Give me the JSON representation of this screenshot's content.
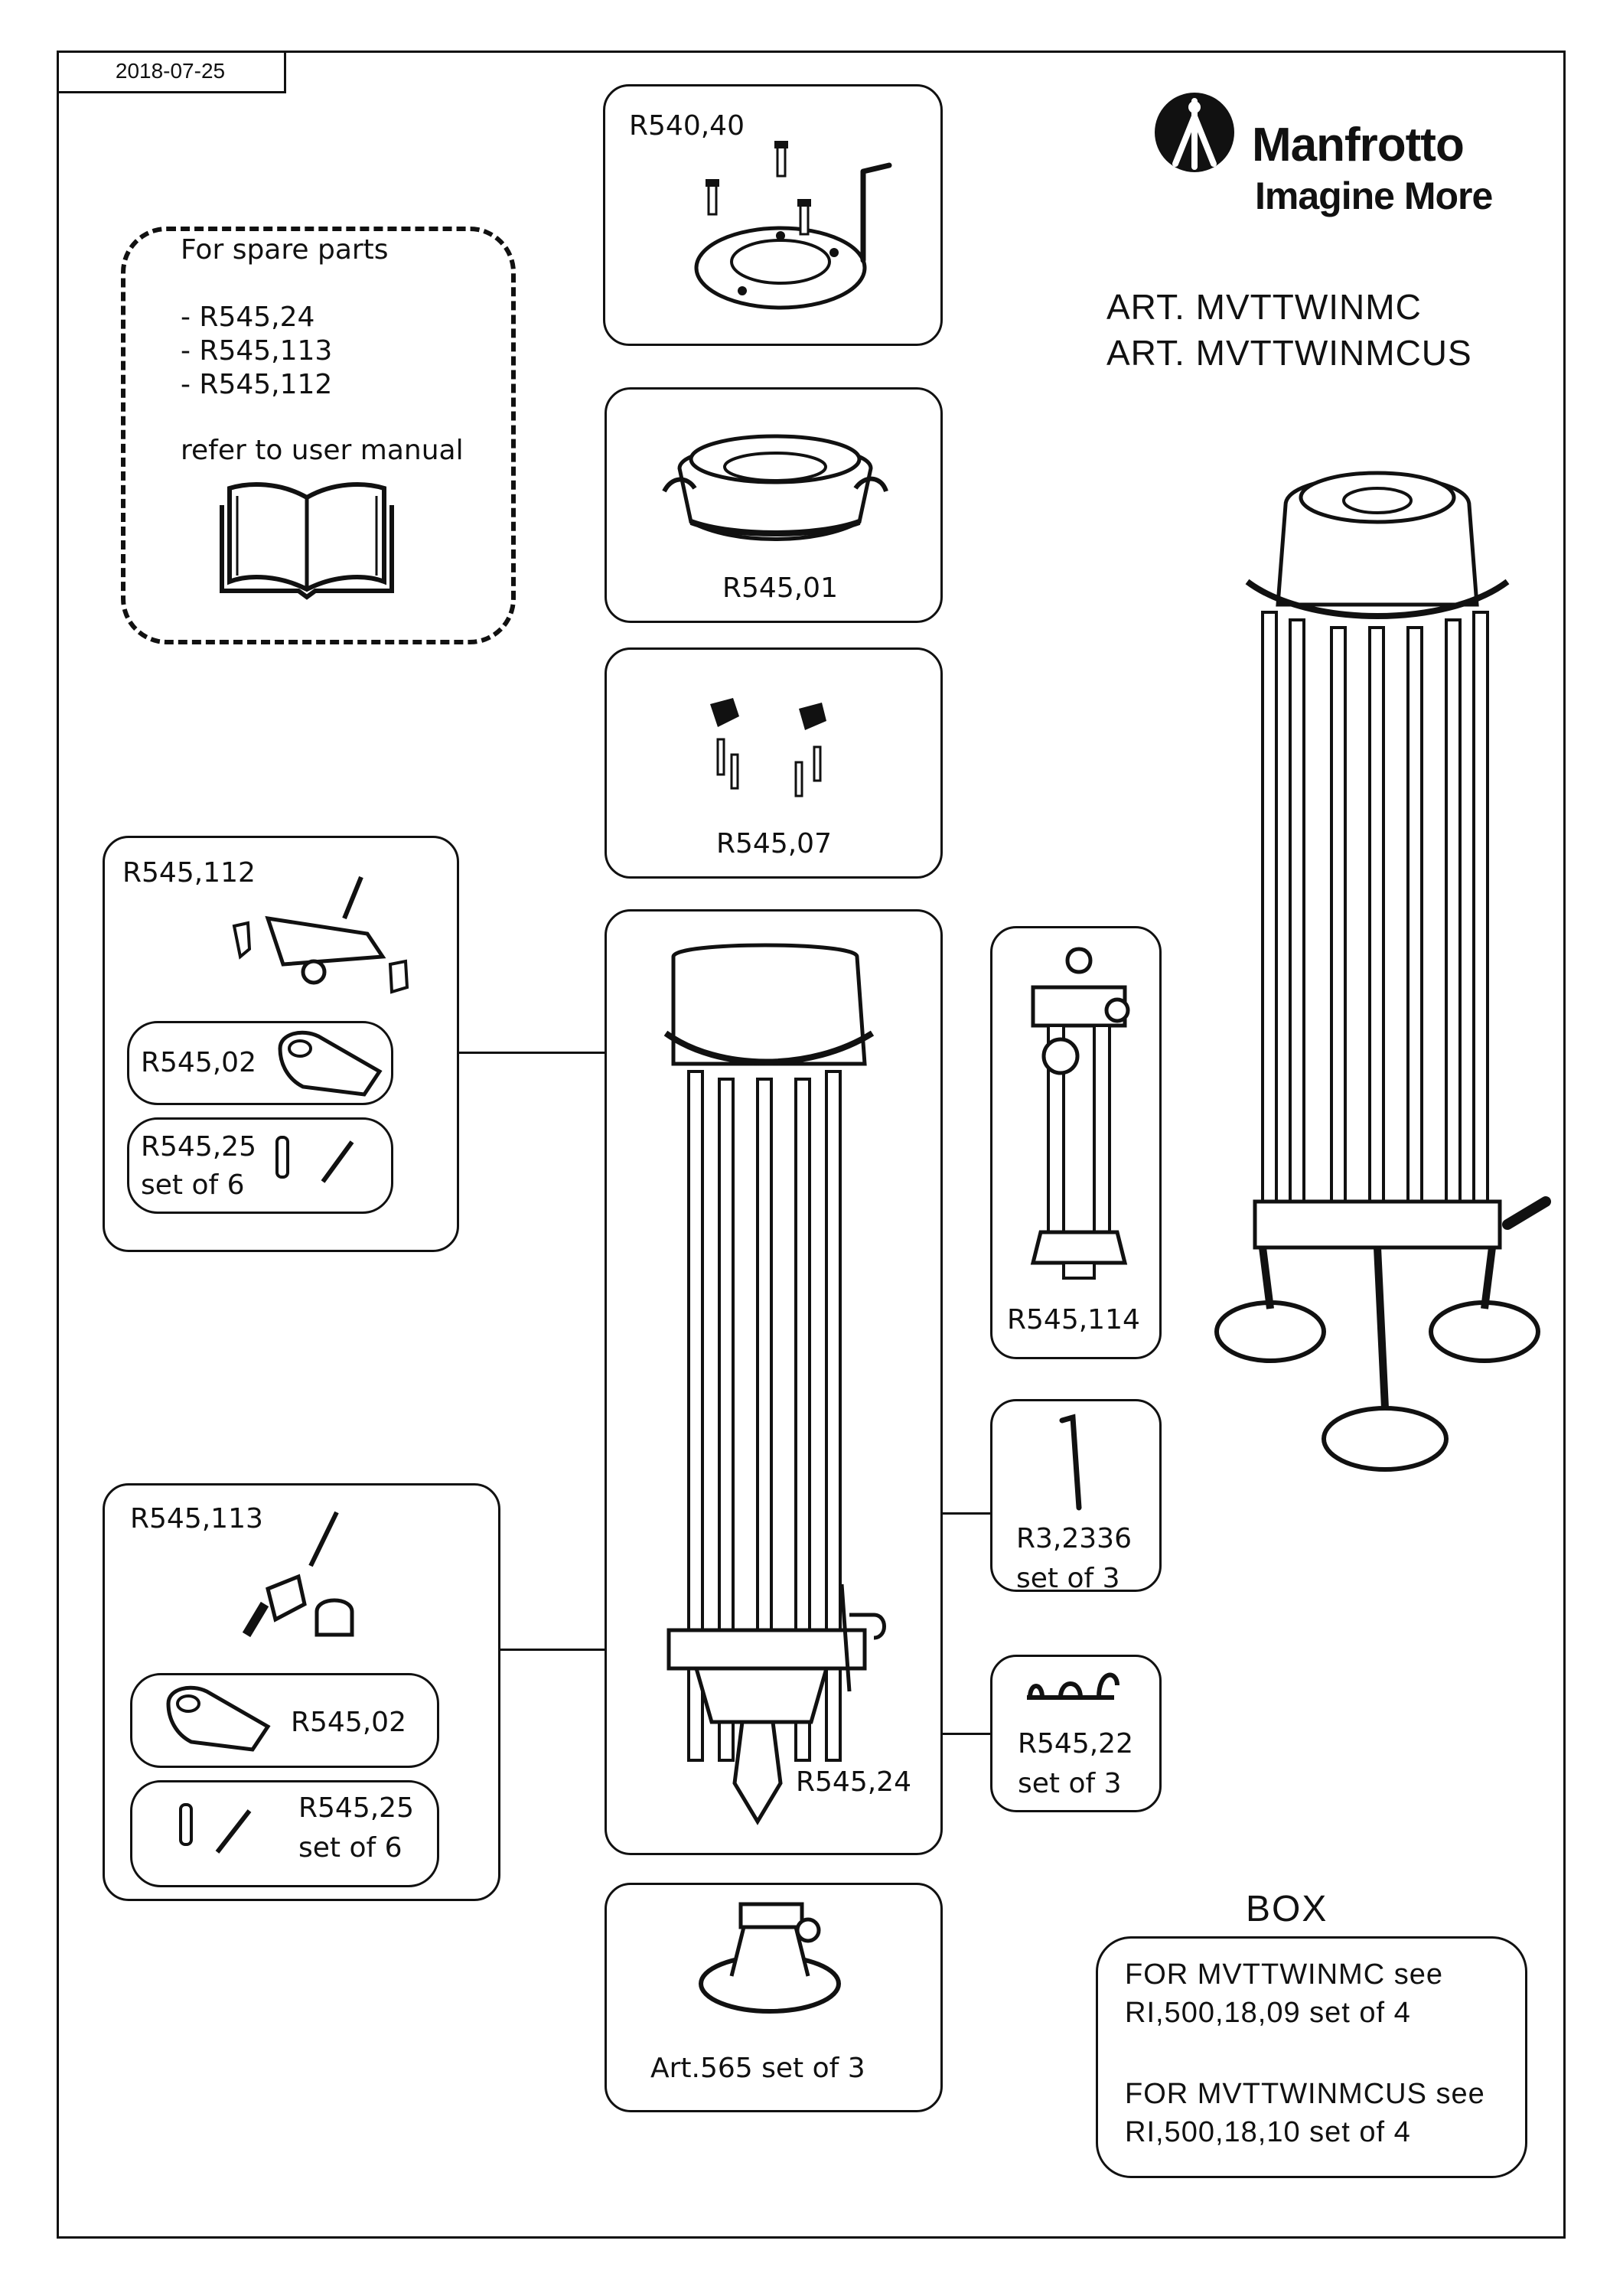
{
  "date": "2018-07-25",
  "brand": {
    "name": "Manfrotto",
    "tagline": "Imagine More"
  },
  "articles": [
    "ART. MVTTWINMC",
    "ART. MVTTWINMCUS"
  ],
  "spare_note": {
    "title": "For spare parts",
    "items": [
      "- R545,24",
      "- R545,113",
      "- R545,112"
    ],
    "footer": "refer to user manual"
  },
  "parts": {
    "r540_40": "R540,40",
    "r545_01": "R545,01",
    "r545_07": "R545,07",
    "r545_112": "R545,112",
    "r545_02_a": "R545,02",
    "r545_25_a": "R545,25",
    "r545_25_a_qty": "set of 6",
    "r545_24": "R545,24",
    "r545_114": "R545,114",
    "r3_2336": "R3,2336",
    "r3_2336_qty": "set of 3",
    "r545_22": "R545,22",
    "r545_22_qty": "set of 3",
    "r545_113": "R545,113",
    "r545_02_b": "R545,02",
    "r545_25_b": "R545,25",
    "r545_25_b_qty": "set of 6",
    "art565": "Art.565 set of 3"
  },
  "box": {
    "title": "BOX",
    "line1": "FOR MVTTWINMC see",
    "line2": "RI,500,18,09 set of 4",
    "line3": "FOR MVTTWINMCUS see",
    "line4": "RI,500,18,10 set of 4"
  }
}
